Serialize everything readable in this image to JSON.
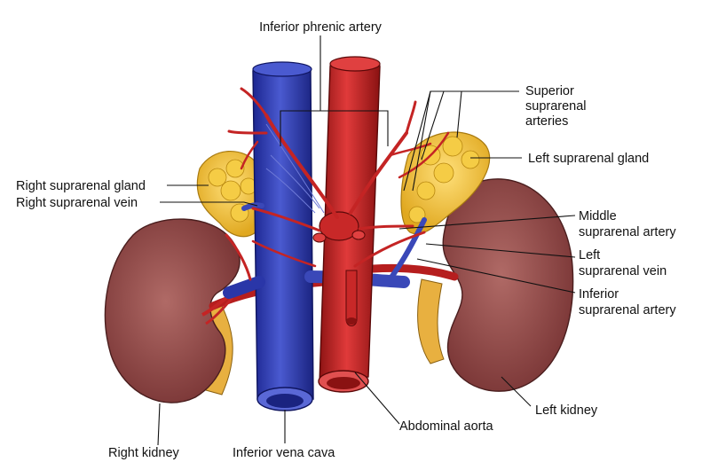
{
  "labels": {
    "inferior_phrenic_artery": "Inferior phrenic artery",
    "superior_suprarenal_arteries": [
      "Superior",
      "suprarenal",
      "arteries"
    ],
    "left_suprarenal_gland": "Left suprarenal gland",
    "right_suprarenal_gland": "Right suprarenal gland",
    "right_suprarenal_vein": "Right suprarenal vein",
    "middle_suprarenal_artery": [
      "Middle",
      "suprarenal artery"
    ],
    "left_suprarenal_vein": [
      "Left",
      "suprarenal vein"
    ],
    "inferior_suprarenal_artery": [
      "Inferior",
      "suprarenal artery"
    ],
    "left_kidney": "Left kidney",
    "abdominal_aorta": "Abdominal aorta",
    "right_kidney": "Right kidney",
    "inferior_vena_cava": "Inferior vena cava"
  },
  "colors": {
    "vein": "#3a48b8",
    "artery": "#d42a2a",
    "kidney": "#9a4a4a",
    "gland": "#f2c53a",
    "ureter": "#e8b040"
  }
}
